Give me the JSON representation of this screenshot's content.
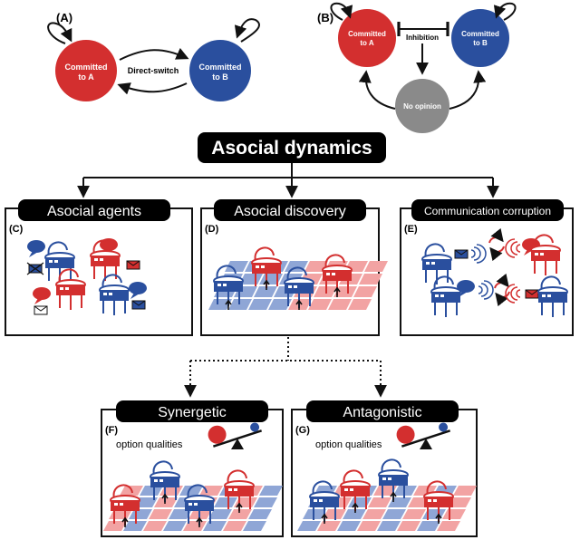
{
  "panelA": {
    "label": "(A)",
    "nodeA": [
      "Committed",
      "to A"
    ],
    "nodeB": [
      "Committed",
      "to B"
    ],
    "edge": "Direct-switch"
  },
  "panelB": {
    "label": "(B)",
    "nodeA": [
      "Committed",
      "to A"
    ],
    "nodeB": [
      "Committed",
      "to B"
    ],
    "nodeC": "No opinion",
    "edge": "Inhibition"
  },
  "title": "Asocial dynamics",
  "tabs": {
    "c": "Asocial agents",
    "d": "Asocial discovery",
    "e": "Communication corruption",
    "f": "Synergetic",
    "g": "Antagonistic"
  },
  "panel_labels": {
    "c": "(C)",
    "d": "(D)",
    "e": "(E)",
    "f": "(F)",
    "g": "(G)"
  },
  "option_qualities": "option qualities",
  "colors": {
    "red": "#d32f2f",
    "blue": "#2a4f9e",
    "grey": "#8a8a8a",
    "tile_blue": "#8fa6d6",
    "tile_red": "#f2a3a3"
  }
}
